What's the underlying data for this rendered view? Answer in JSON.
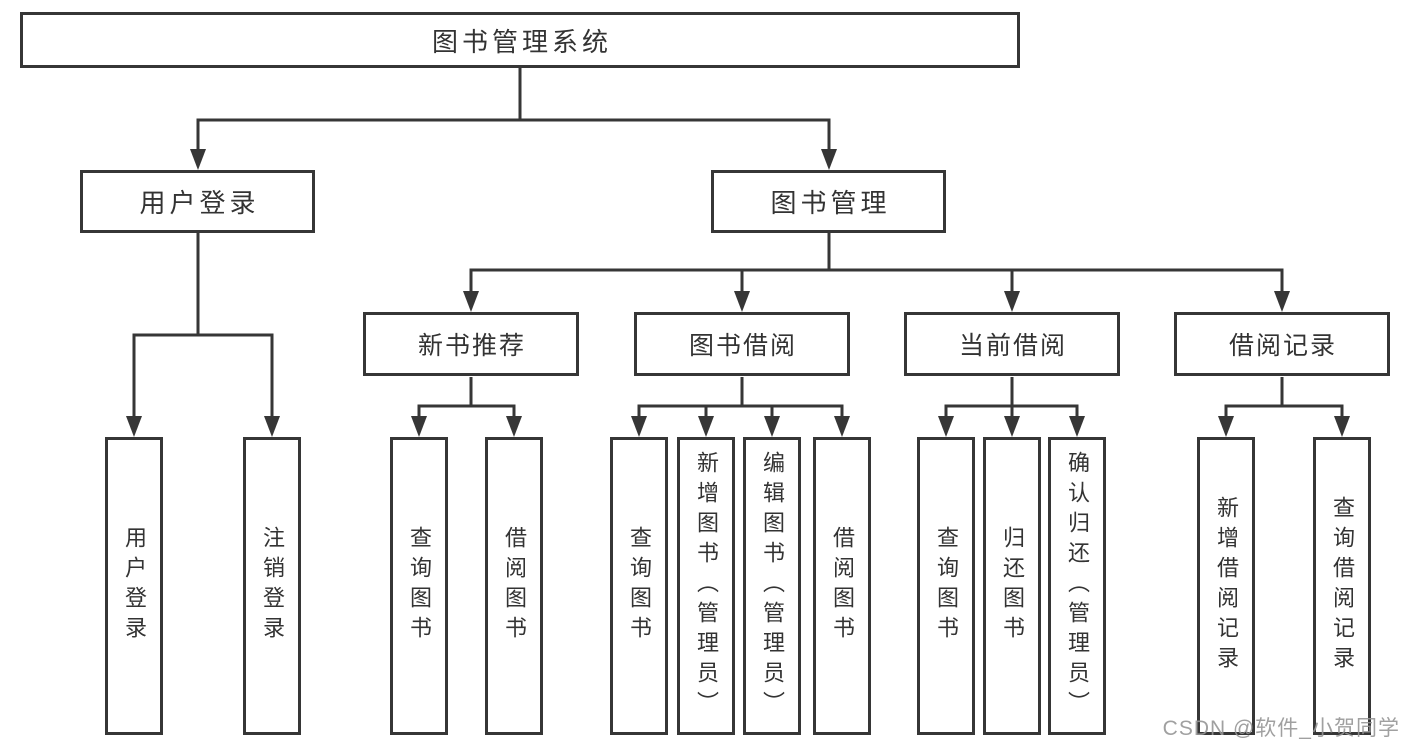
{
  "diagram": {
    "type": "tree-structure-chart",
    "watermark": "CSDN @软件_小贺同学",
    "colors": {
      "background": "#ffffff",
      "line": "#363636",
      "box_border": "#363636",
      "box_fill": "#ffffff",
      "text": "#333333",
      "watermark_text": "#969696"
    }
  },
  "tree": {
    "root": {
      "label": "图书管理系统",
      "children": [
        {
          "label": "用户登录",
          "children": [
            {
              "label": "用户登录"
            },
            {
              "label": "注销登录"
            }
          ]
        },
        {
          "label": "图书管理",
          "children": [
            {
              "label": "新书推荐",
              "children": [
                {
                  "label": "查询图书"
                },
                {
                  "label": "借阅图书"
                }
              ]
            },
            {
              "label": "图书借阅",
              "children": [
                {
                  "label": "查询图书"
                },
                {
                  "label": "新增图书（管理员）"
                },
                {
                  "label": "编辑图书（管理员）"
                },
                {
                  "label": "借阅图书"
                }
              ]
            },
            {
              "label": "当前借阅",
              "children": [
                {
                  "label": "查询图书"
                },
                {
                  "label": "归还图书"
                },
                {
                  "label": "确认归还（管理员）"
                }
              ]
            },
            {
              "label": "借阅记录",
              "children": [
                {
                  "label": "新增借阅记录"
                },
                {
                  "label": "查询借阅记录"
                }
              ]
            }
          ]
        }
      ]
    }
  }
}
